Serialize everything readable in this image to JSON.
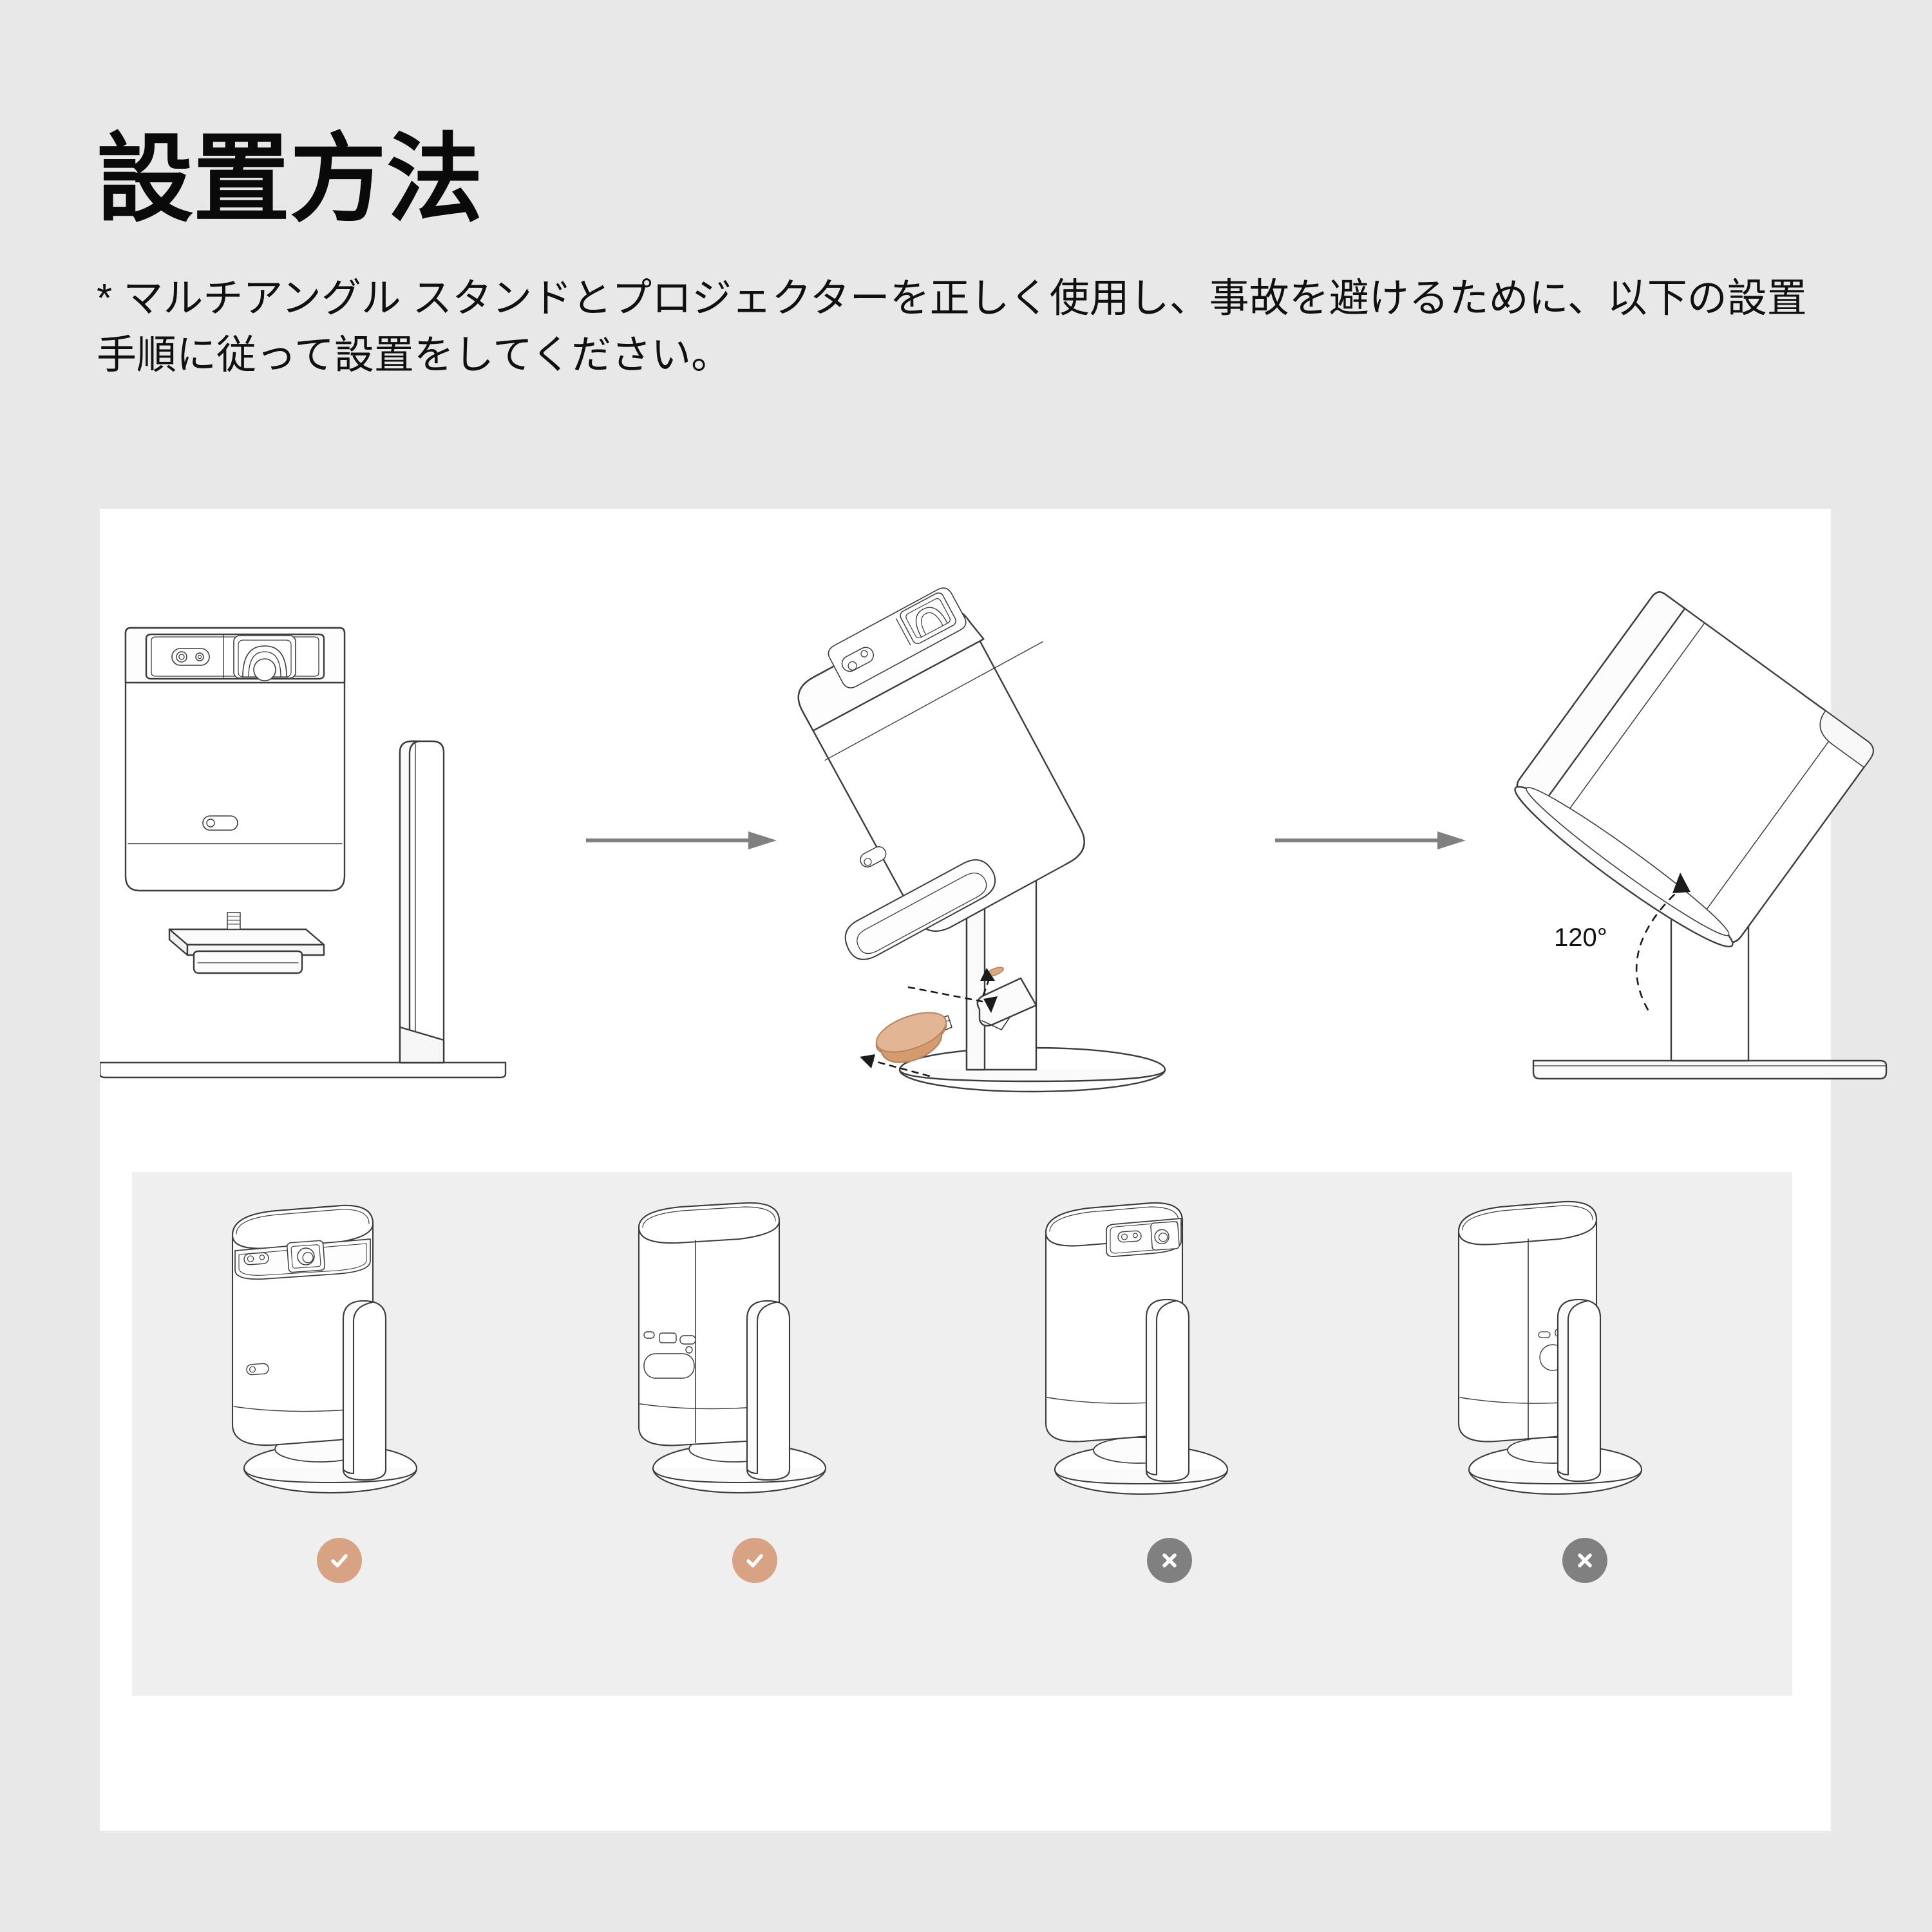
{
  "page": {
    "background_color": "#e8e8e8",
    "card_color": "#ffffff",
    "panel_color": "#efefef"
  },
  "header": {
    "title": "設置方法",
    "subtitle": "* マルチアングル スタンドとプロジェクターを正しく使用し、事故を避けるために、以下の設置手順に従って設置をしてください。"
  },
  "colors": {
    "accent_ok": "#d8a384",
    "accent_bad": "#808080",
    "line": "#3c3c3c",
    "arrow": "#808080",
    "knob": "#d8a384"
  },
  "steps": [
    {
      "id": "step-1",
      "name": "projector-upright-on-stand",
      "icon": "projector-front-upright-icon"
    },
    {
      "id": "step-2",
      "name": "projector-tilted-tighten-knob",
      "icon": "projector-tilted-knob-icon"
    },
    {
      "id": "step-3",
      "name": "projector-angled-120-degrees",
      "icon": "projector-angled-icon",
      "angle_label": "120°"
    }
  ],
  "arrows": [
    {
      "name": "step-arrow-1",
      "icon": "arrow-right-icon"
    },
    {
      "name": "step-arrow-2",
      "icon": "arrow-right-icon"
    }
  ],
  "examples": [
    {
      "id": "example-1",
      "name": "example-front-view-correct",
      "verdict": "ok",
      "verdict_icon": "check-circle-icon",
      "art": "projector-front-lens-icon"
    },
    {
      "id": "example-2",
      "name": "example-rear-ports-correct",
      "verdict": "ok",
      "verdict_icon": "check-circle-icon",
      "art": "projector-rear-ports-icon"
    },
    {
      "id": "example-3",
      "name": "example-side-lens-incorrect",
      "verdict": "bad",
      "verdict_icon": "cross-circle-icon",
      "art": "projector-side-lens-icon"
    },
    {
      "id": "example-4",
      "name": "example-side-blocked-incorrect",
      "verdict": "bad",
      "verdict_icon": "cross-circle-icon",
      "art": "projector-side-blocked-icon"
    }
  ]
}
